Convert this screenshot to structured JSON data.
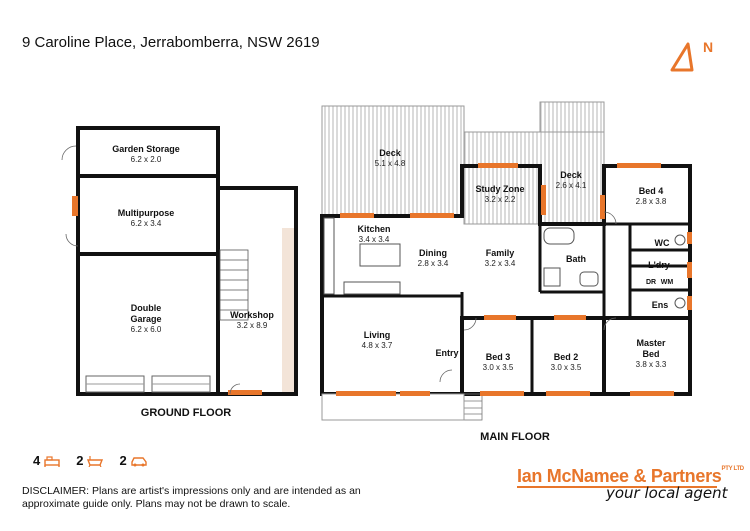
{
  "address": "9 Caroline Place, Jerrabomberra, NSW 2619",
  "compass_label": "N",
  "colors": {
    "accent": "#e8762b",
    "wall": "#111111",
    "deck": "#c9c9c9"
  },
  "ground_floor": {
    "label": "GROUND FLOOR",
    "rooms": [
      {
        "id": "garden-storage",
        "name": "Garden Storage",
        "dims": "6.2 x 2.0"
      },
      {
        "id": "multipurpose",
        "name": "Multipurpose",
        "dims": "6.2 x 3.4"
      },
      {
        "id": "double-garage",
        "name": "Double\nGarage",
        "name_lines": [
          "Double",
          "Garage"
        ],
        "dims": "6.2 x 6.0"
      },
      {
        "id": "workshop",
        "name": "Workshop",
        "dims": "3.2 x 8.9"
      }
    ]
  },
  "main_floor": {
    "label": "MAIN FLOOR",
    "rooms": [
      {
        "id": "deck-left",
        "name": "Deck",
        "dims": "5.1 x 4.8"
      },
      {
        "id": "deck-right",
        "name": "Deck",
        "dims": "2.6 x 4.1"
      },
      {
        "id": "study-zone",
        "name": "Study Zone",
        "dims": "3.2 x 2.2"
      },
      {
        "id": "bed-4",
        "name": "Bed 4",
        "dims": "2.8 x 3.8"
      },
      {
        "id": "kitchen",
        "name": "Kitchen",
        "dims": "3.4 x 3.4"
      },
      {
        "id": "dining",
        "name": "Dining",
        "dims": "2.8 x 3.4"
      },
      {
        "id": "family",
        "name": "Family",
        "dims": "3.2 x 3.4"
      },
      {
        "id": "wc",
        "name": "WC",
        "dims": ""
      },
      {
        "id": "bath",
        "name": "Bath",
        "dims": ""
      },
      {
        "id": "ldry",
        "name": "L'dry",
        "dims": ""
      },
      {
        "id": "dr",
        "name": "DR",
        "dims": ""
      },
      {
        "id": "wm",
        "name": "WM",
        "dims": ""
      },
      {
        "id": "ens",
        "name": "Ens",
        "dims": ""
      },
      {
        "id": "living",
        "name": "Living",
        "dims": "4.8 x 3.7"
      },
      {
        "id": "entry",
        "name": "Entry",
        "dims": ""
      },
      {
        "id": "bed-3",
        "name": "Bed 3",
        "dims": "3.0 x 3.5"
      },
      {
        "id": "bed-2",
        "name": "Bed 2",
        "dims": "3.0 x 3.5"
      },
      {
        "id": "master-bed",
        "name": "Master\nBed",
        "name_lines": [
          "Master",
          "Bed"
        ],
        "dims": "3.8 x 3.3"
      }
    ]
  },
  "stats": {
    "bedrooms": "4",
    "bathrooms": "2",
    "parking": "2"
  },
  "brand": {
    "name": "Ian McNamee & Partners",
    "superscript": "PTY LTD",
    "tagline": "your local agent"
  },
  "disclaimer": "DISCLAIMER: Plans are artist's impressions only and are intended as an approximate guide only. Plans may not be drawn to scale."
}
